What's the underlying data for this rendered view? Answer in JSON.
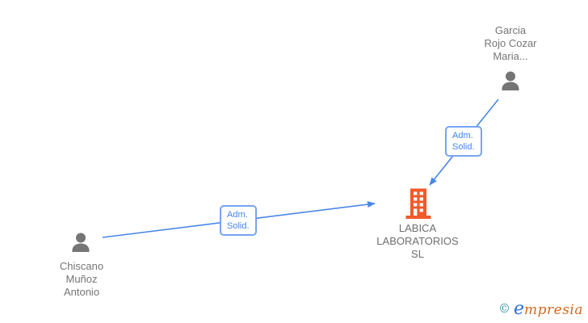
{
  "page": {
    "background": "#ffffff"
  },
  "colors": {
    "edge_blue": "#4a86e8",
    "edge_label_border": "#76a4f2",
    "edge_label_text": "#4285f4",
    "person_icon_gray": "#757575",
    "name_text_gray": "#757575",
    "company_text_gray": "#6e6e6e",
    "company_icon_orange": "#f15a29",
    "logo_copyright_teal": "#2f8ea3",
    "logo_e_blue": "#2f6fd0",
    "logo_rest_orange": "#d2691e"
  },
  "nodes": {
    "person_garcia": {
      "type": "person",
      "name_lines": [
        "Garcia",
        "Rojo Cozar",
        "Maria..."
      ]
    },
    "person_chiscano": {
      "type": "person",
      "name_lines": [
        "Chiscano",
        "Muñoz",
        "Antonio"
      ]
    },
    "company_labica": {
      "type": "company",
      "name_lines": [
        "LABICA",
        "LABORATORIOS",
        "SL"
      ]
    }
  },
  "edges": [
    {
      "from": "person_garcia",
      "to": "company_labica",
      "label_lines": [
        "Adm.",
        "Solid."
      ]
    },
    {
      "from": "person_chiscano",
      "to": "company_labica",
      "label_lines": [
        "Adm.",
        "Solid."
      ]
    }
  ],
  "footer": {
    "copyright_symbol": "©",
    "brand_e": "e",
    "brand_rest": "mpresia"
  }
}
